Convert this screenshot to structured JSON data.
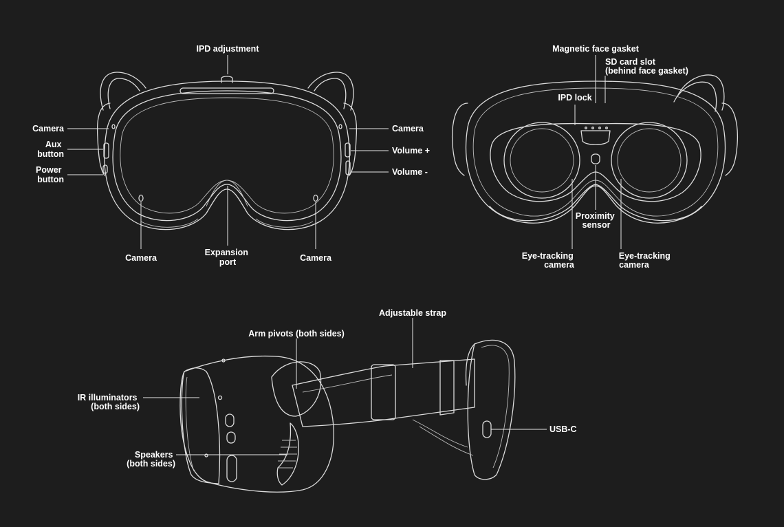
{
  "colors": {
    "background": "#1d1d1d",
    "line": "#dcdcdc",
    "text": "#ffffff"
  },
  "front_view": {
    "ipd_adjustment": "IPD adjustment",
    "camera_left": "Camera",
    "aux_button": [
      "Aux",
      "button"
    ],
    "power_button": [
      "Power",
      "button"
    ],
    "camera_right": "Camera",
    "volume_up": "Volume +",
    "volume_down": "Volume -",
    "camera_bottom_left": "Camera",
    "expansion_port": [
      "Expansion",
      "port"
    ],
    "camera_bottom_right": "Camera"
  },
  "rear_view": {
    "magnetic_face_gasket": "Magnetic face gasket",
    "sd_card_slot": [
      "SD card slot",
      "(behind face gasket)"
    ],
    "ipd_lock": "IPD lock",
    "proximity_sensor": [
      "Proximity",
      "sensor"
    ],
    "eye_tracking_left": [
      "Eye-tracking",
      "camera"
    ],
    "eye_tracking_right": [
      "Eye-tracking",
      "camera"
    ]
  },
  "side_view": {
    "adjustable_strap": "Adjustable strap",
    "arm_pivots": "Arm pivots (both sides)",
    "ir_illuminators": [
      "IR illuminators",
      "(both sides)"
    ],
    "speakers": [
      "Speakers",
      "(both sides)"
    ],
    "usb_c": "USB-C"
  }
}
